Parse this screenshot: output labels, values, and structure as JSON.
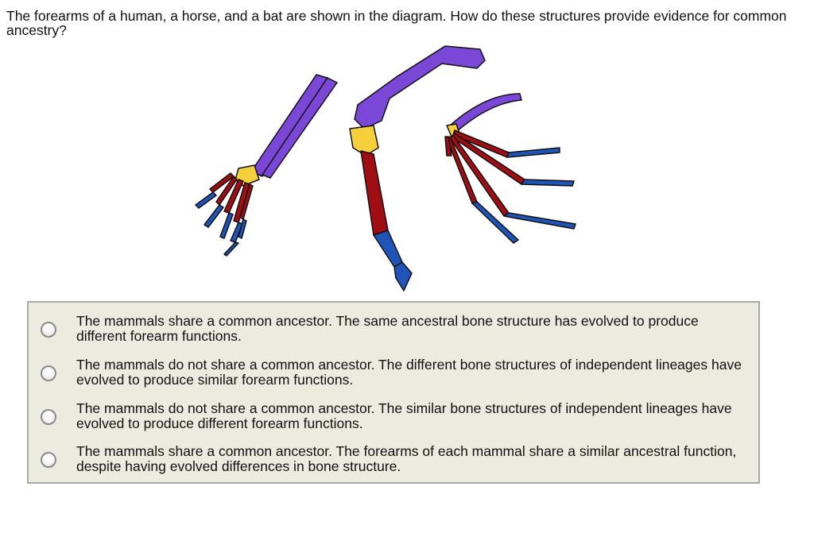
{
  "question": {
    "text": "The forearms of a human, a horse, and a bat are shown in the diagram. How do these structures provide evidence for common ancestry?"
  },
  "colors": {
    "humerus_radius_ulna": "#7b47d6",
    "carpals": "#f5d03c",
    "metacarpals": "#a00e14",
    "phalanges": "#1f54b8",
    "options_bg": "#ecebdf",
    "options_border": "#a9a9a2"
  },
  "options": [
    {
      "text": "The mammals share a common ancestor. The same ancestral bone structure has evolved to produce different forearm functions.",
      "selected": false
    },
    {
      "text": "The mammals do not share a common ancestor. The different bone structures of independent lineages have evolved to produce similar forearm functions.",
      "selected": false
    },
    {
      "text": "The mammals do not share a common ancestor. The similar bone structures of independent lineages have evolved to produce different forearm functions.",
      "selected": false
    },
    {
      "text": "The mammals share a common ancestor. The forearms of each mammal share a similar ancestral function, despite having evolved differences in bone structure.",
      "selected": false
    }
  ]
}
